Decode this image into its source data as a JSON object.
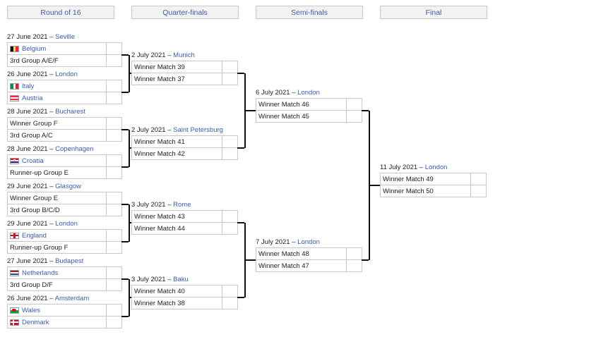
{
  "headers": [
    {
      "label": "Round of 16"
    },
    {
      "label": "Quarter-finals"
    },
    {
      "label": "Semi-finals"
    },
    {
      "label": "Final"
    }
  ],
  "round_of_16": [
    {
      "date": "27 June 2021",
      "separator": "–",
      "venue": "Seville",
      "teams": [
        {
          "name": "Belgium",
          "flag": "belgium-flag",
          "link": true,
          "score": ""
        },
        {
          "name": "3rd Group A/E/F",
          "flag": "",
          "link": false,
          "score": ""
        }
      ]
    },
    {
      "date": "26 June 2021",
      "separator": "–",
      "venue": "London",
      "teams": [
        {
          "name": "Italy",
          "flag": "italy-flag",
          "link": true,
          "score": ""
        },
        {
          "name": "Austria",
          "flag": "austria-flag",
          "link": true,
          "score": ""
        }
      ]
    },
    {
      "date": "28 June 2021",
      "separator": "–",
      "venue": "Bucharest",
      "teams": [
        {
          "name": "Winner Group F",
          "flag": "",
          "link": false,
          "score": ""
        },
        {
          "name": "3rd Group A/C",
          "flag": "",
          "link": false,
          "score": ""
        }
      ]
    },
    {
      "date": "28 June 2021",
      "separator": "–",
      "venue": "Copenhagen",
      "teams": [
        {
          "name": "Croatia",
          "flag": "croatia-flag",
          "link": true,
          "score": ""
        },
        {
          "name": "Runner-up Group E",
          "flag": "",
          "link": false,
          "score": ""
        }
      ]
    },
    {
      "date": "29 June 2021",
      "separator": "–",
      "venue": "Glasgow",
      "teams": [
        {
          "name": "Winner Group E",
          "flag": "",
          "link": false,
          "score": ""
        },
        {
          "name": "3rd Group B/C/D",
          "flag": "",
          "link": false,
          "score": ""
        }
      ]
    },
    {
      "date": "29 June 2021",
      "separator": "–",
      "venue": "London",
      "teams": [
        {
          "name": "England",
          "flag": "england-flag",
          "link": true,
          "score": ""
        },
        {
          "name": "Runner-up Group F",
          "flag": "",
          "link": false,
          "score": ""
        }
      ]
    },
    {
      "date": "27 June 2021",
      "separator": "–",
      "venue": "Budapest",
      "teams": [
        {
          "name": "Netherlands",
          "flag": "netherlands-flag",
          "link": true,
          "score": ""
        },
        {
          "name": "3rd Group D/F",
          "flag": "",
          "link": false,
          "score": ""
        }
      ]
    },
    {
      "date": "26 June 2021",
      "separator": "–",
      "venue": "Amsterdam",
      "teams": [
        {
          "name": "Wales",
          "flag": "wales-flag",
          "link": true,
          "score": ""
        },
        {
          "name": "Denmark",
          "flag": "denmark-flag",
          "link": true,
          "score": ""
        }
      ]
    }
  ],
  "quarter_finals": [
    {
      "date": "2 July 2021",
      "separator": "–",
      "venue": "Munich",
      "teams": [
        {
          "name": "Winner Match 39",
          "flag": "",
          "link": false,
          "score": ""
        },
        {
          "name": "Winner Match 37",
          "flag": "",
          "link": false,
          "score": ""
        }
      ]
    },
    {
      "date": "2 July 2021",
      "separator": "–",
      "venue": "Saint Petersburg",
      "teams": [
        {
          "name": "Winner Match 41",
          "flag": "",
          "link": false,
          "score": ""
        },
        {
          "name": "Winner Match 42",
          "flag": "",
          "link": false,
          "score": ""
        }
      ]
    },
    {
      "date": "3 July 2021",
      "separator": "–",
      "venue": "Rome",
      "teams": [
        {
          "name": "Winner Match 43",
          "flag": "",
          "link": false,
          "score": ""
        },
        {
          "name": "Winner Match 44",
          "flag": "",
          "link": false,
          "score": ""
        }
      ]
    },
    {
      "date": "3 July 2021",
      "separator": "–",
      "venue": "Baku",
      "teams": [
        {
          "name": "Winner Match 40",
          "flag": "",
          "link": false,
          "score": ""
        },
        {
          "name": "Winner Match 38",
          "flag": "",
          "link": false,
          "score": ""
        }
      ]
    }
  ],
  "semi_finals": [
    {
      "date": "6 July 2021",
      "separator": "–",
      "venue": "London",
      "teams": [
        {
          "name": "Winner Match 46",
          "flag": "",
          "link": false,
          "score": ""
        },
        {
          "name": "Winner Match 45",
          "flag": "",
          "link": false,
          "score": ""
        }
      ]
    },
    {
      "date": "7 July 2021",
      "separator": "–",
      "venue": "London",
      "teams": [
        {
          "name": "Winner Match 48",
          "flag": "",
          "link": false,
          "score": ""
        },
        {
          "name": "Winner Match 47",
          "flag": "",
          "link": false,
          "score": ""
        }
      ]
    }
  ],
  "final": [
    {
      "date": "11 July 2021",
      "separator": "–",
      "venue": "London",
      "teams": [
        {
          "name": "Winner Match 49",
          "flag": "",
          "link": false,
          "score": ""
        },
        {
          "name": "Winner Match 50",
          "flag": "",
          "link": false,
          "score": ""
        }
      ]
    }
  ],
  "colors": {
    "link": "#3b5ca8",
    "header_bg": "#f2f2f2",
    "border": "#c8c8c8",
    "connector": "#111111",
    "text": "#202122"
  }
}
